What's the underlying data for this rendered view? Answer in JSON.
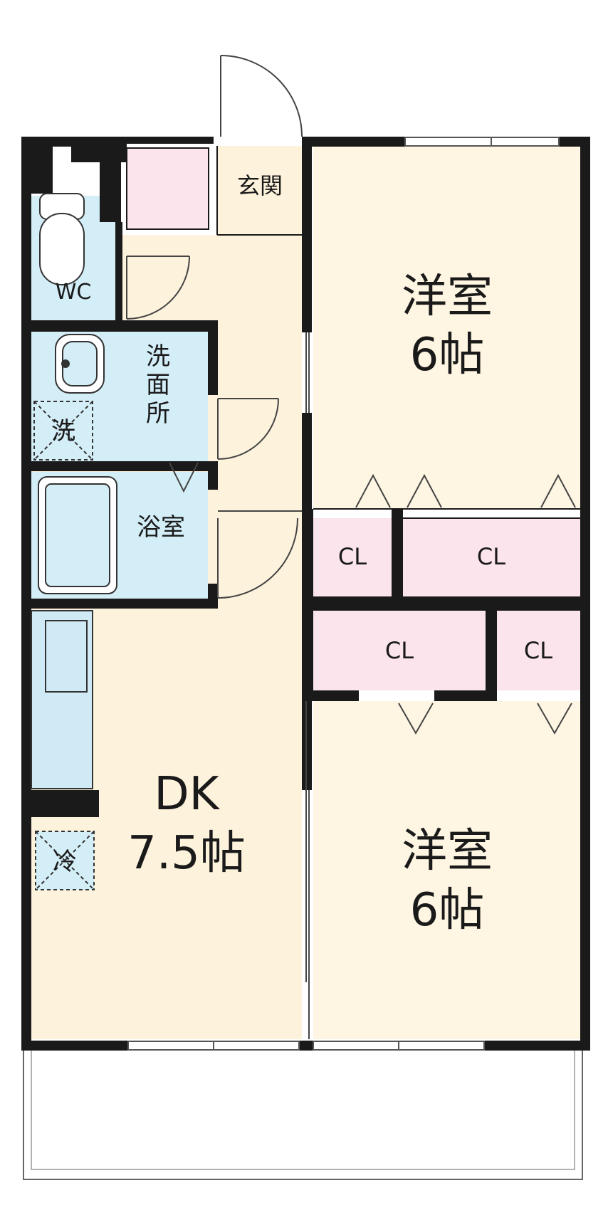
{
  "rooms": {
    "genkan": "玄関",
    "wc": "WC",
    "senmenjo": [
      "洗",
      "面",
      "所"
    ],
    "sentaku": "洗",
    "yokushitsu": "浴室",
    "dk": {
      "name": "DK",
      "size": "7.5帖"
    },
    "youshitsu_top": {
      "name": "洋室",
      "size": "6帖"
    },
    "youshitsu_bottom": {
      "name": "洋室",
      "size": "6帖"
    },
    "reizoko": "冷",
    "closets": [
      "CL",
      "CL",
      "CL",
      "CL"
    ]
  },
  "colors": {
    "wall": "#1a1a1a",
    "floor_dk": "#fdf2dc",
    "floor_room": "#fef5e2",
    "wet_area": "#d4eef8",
    "closet": "#fbe4ec",
    "kitchen": "#cfe9f5",
    "balcony": "#ffffff"
  }
}
